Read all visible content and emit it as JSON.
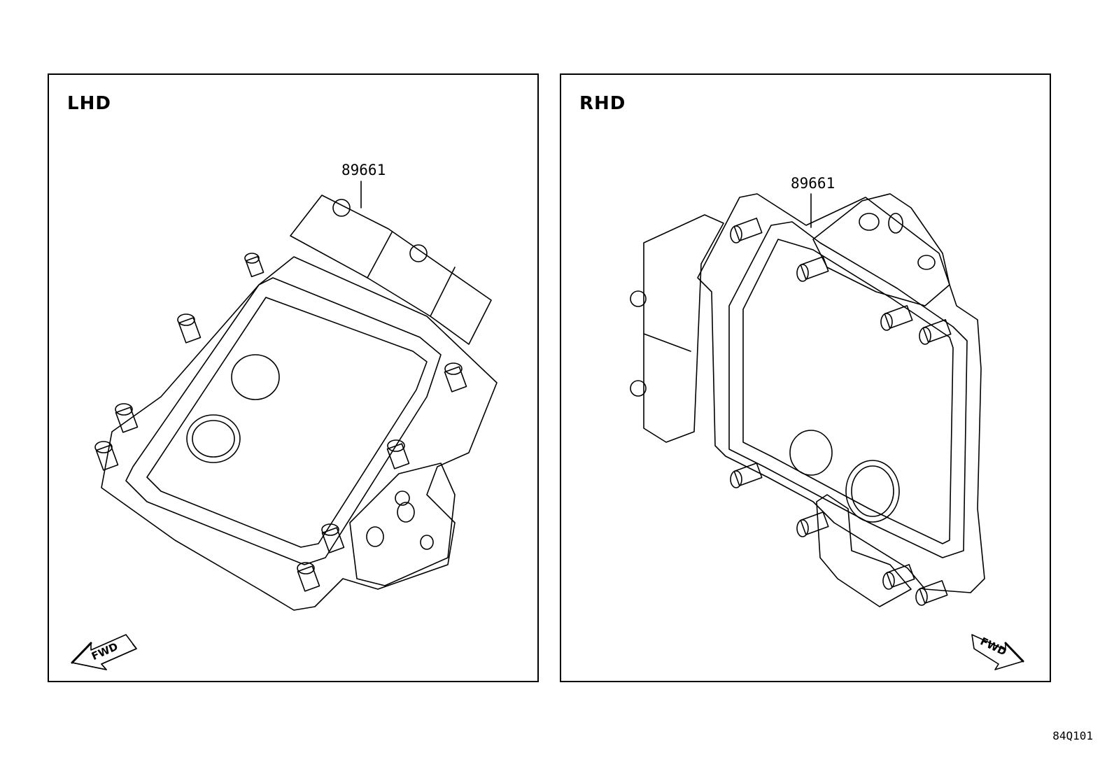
{
  "panels": {
    "lhd": {
      "label": "LHD",
      "part_number": "89661",
      "direction_label": "FWD"
    },
    "rhd": {
      "label": "RHD",
      "part_number": "89661",
      "direction_label": "FWD"
    }
  },
  "figure_code": "84Q101"
}
